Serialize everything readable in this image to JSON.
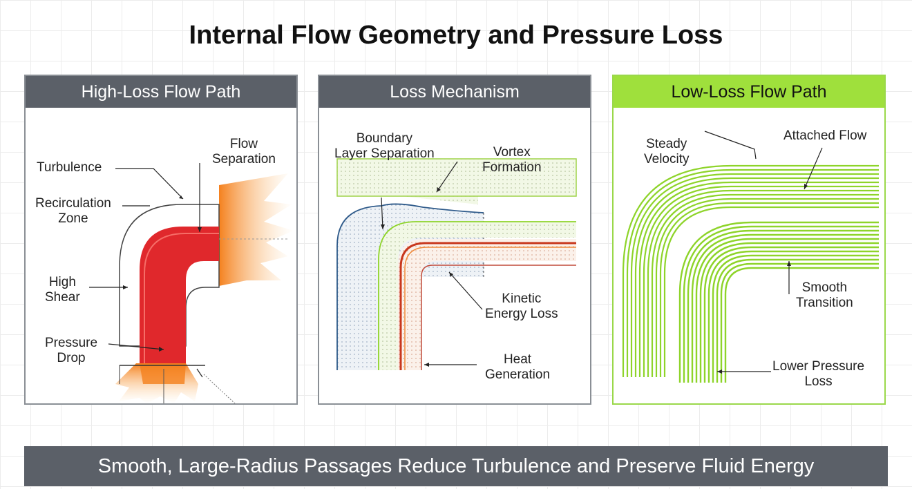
{
  "title": "Internal Flow Geometry and Pressure Loss",
  "panels": {
    "high": {
      "header": "High-Loss Flow Path",
      "labels": {
        "turbulence": "Turbulence",
        "flow_separation": "Flow\nSeparation",
        "recirculation": "Recirculation\nZone",
        "high_shear": "High\nShear",
        "pressure_drop": "Pressure\nDrop"
      }
    },
    "mechanism": {
      "header": "Loss Mechanism",
      "labels": {
        "boundary": "Boundary\nLayer Separation",
        "vortex": "Vortex\nFormation",
        "kinetic": "Kinetic\nEnergy Loss",
        "heat": "Heat\nGeneration"
      }
    },
    "low": {
      "header": "Low-Loss Flow Path",
      "labels": {
        "steady": "Steady\nVelocity",
        "attached": "Attached Flow",
        "smooth": "Smooth\nTransition",
        "lower_pressure": "Lower Pressure\nLoss"
      }
    }
  },
  "footer": "Smooth, Large-Radius Passages Reduce Turbulence and Preserve Fluid Energy",
  "colors": {
    "header_gray": "#5b6068",
    "accent_green": "#9fe03c",
    "loss_red": "#e0282c",
    "loss_orange": "#f7901e",
    "green_stream": "#8ed42a"
  }
}
